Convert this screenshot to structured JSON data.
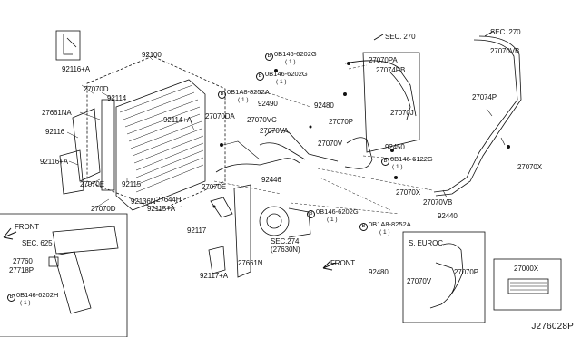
{
  "labels": {
    "p92116a_top": "92116+A",
    "p92100": "92100",
    "p27070D_top": "27070D",
    "p92114": "92114",
    "p27661NA": "27661NA",
    "p92114a": "92114+A",
    "p92116": "92116",
    "p92116a_mid": "92116+A",
    "p27070E_left": "27070E",
    "p92115": "92115",
    "p27644H": "27644H",
    "p92136N": "92136N",
    "p27070D_bot": "27070D",
    "p92115a": "92115+A",
    "p27070DA": "27070DA",
    "p27070VC": "27070VC",
    "p27070VA": "27070VA",
    "p92490": "92490",
    "p92446": "92446",
    "p27070E_mid": "27070E",
    "p92117": "92117",
    "p92117a": "92117+A",
    "p27661N": "27661N",
    "p92480_top": "92480",
    "p27070P_mid": "27070P",
    "p27070PA": "27070PA",
    "p27074PB": "27074PB",
    "p27070J": "27070J",
    "p27070V_mid": "27070V",
    "p92450": "92450",
    "p27070X_mid": "27070X",
    "p27070VB_bot": "27070VB",
    "p92440": "92440",
    "p27070VB_top": "27070VB",
    "p27074P": "27074P",
    "p27070X_right": "27070X",
    "p27760": "27760",
    "p27718P": "27718P",
    "p92480_box": "92480",
    "p27070V_box": "27070V",
    "p27070P_box": "27070P"
  },
  "bolts": [
    {
      "id": "b1",
      "code": "0B146-6202G",
      "qty": "( 1 )"
    },
    {
      "id": "b2",
      "code": "0B146-6202G",
      "qty": "( 1 )"
    },
    {
      "id": "b3",
      "code": "0B1A8-8252A",
      "qty": "( 1 )"
    },
    {
      "id": "b4",
      "code": "0B146-6122G",
      "qty": "( 1 )"
    },
    {
      "id": "b5",
      "code": "0B146-6202G",
      "qty": "( 1 )"
    },
    {
      "id": "b6",
      "code": "0B1A8-8252A",
      "qty": "( 1 )"
    },
    {
      "id": "b7",
      "code": "0B146-6202H",
      "qty": "( 1 )"
    }
  ],
  "bolt_prefix": "B",
  "sections": {
    "sec270_a": "SEC. 270",
    "sec270_b": "SEC. 270",
    "sec625": "SEC. 625",
    "sec274": "SEC.274",
    "sec274_sub": "(27630N)"
  },
  "arrows": {
    "front_left": "FRONT",
    "front_mid": "FRONT"
  },
  "box_region": "S. EUROC",
  "label_part": "27000X",
  "diagram_code": "J276028P"
}
